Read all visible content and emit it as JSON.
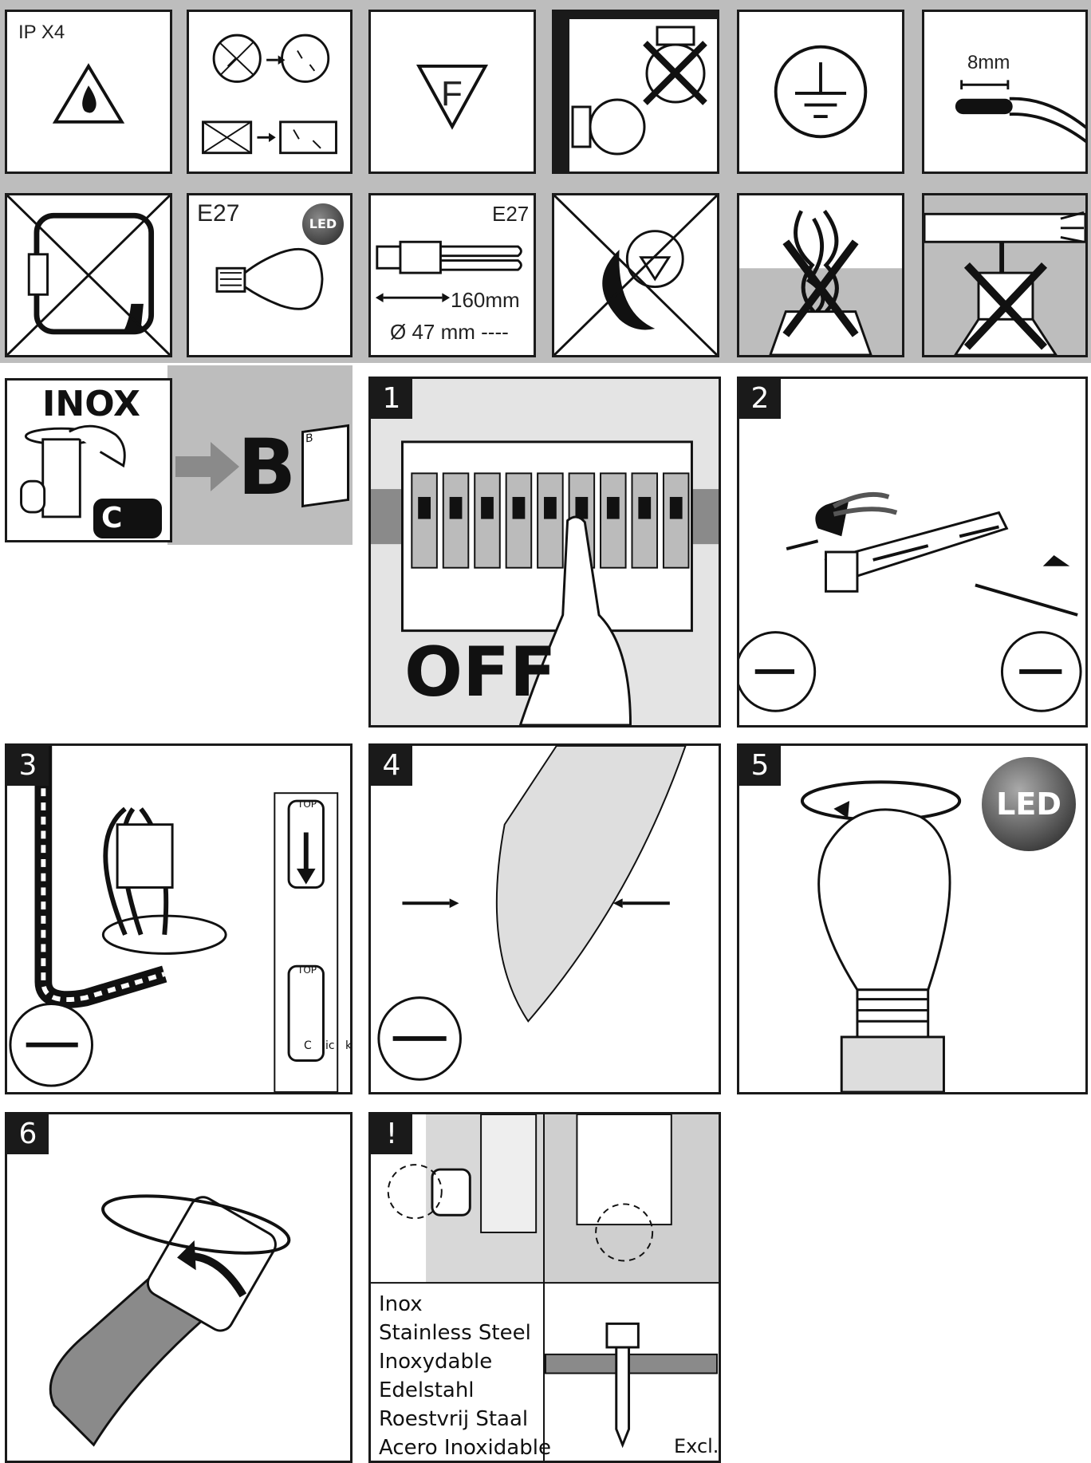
{
  "symbols": {
    "ip_rating": "IP X4",
    "f_mark": "F",
    "cable_strip": "8mm",
    "bulb_socket_1": "E27",
    "led_badge": "LED",
    "bulb_socket_2": "E27",
    "bulb_length": "160mm",
    "bulb_diameter": "Ø 47 mm ----"
  },
  "maintenance": {
    "material_title": "INOX",
    "manual_ref_letter": "B",
    "manual_icon_letter": "B",
    "cleaning_letter": "C"
  },
  "steps": [
    {
      "number": "1",
      "caption": "OFF"
    },
    {
      "number": "2"
    },
    {
      "number": "3",
      "top_label_1": "TOP",
      "top_label_2": "TOP",
      "click_text": "C   lic   k"
    },
    {
      "number": "4"
    },
    {
      "number": "5",
      "led_badge": "LED"
    },
    {
      "number": "6"
    },
    {
      "number": "!"
    }
  ],
  "warning": {
    "materials": [
      "Inox",
      "Stainless Steel",
      "Inoxydable",
      "Edelstahl",
      "Roestvrij Staal",
      "Acero Inoxidable"
    ],
    "excluded_label": "Excl."
  }
}
